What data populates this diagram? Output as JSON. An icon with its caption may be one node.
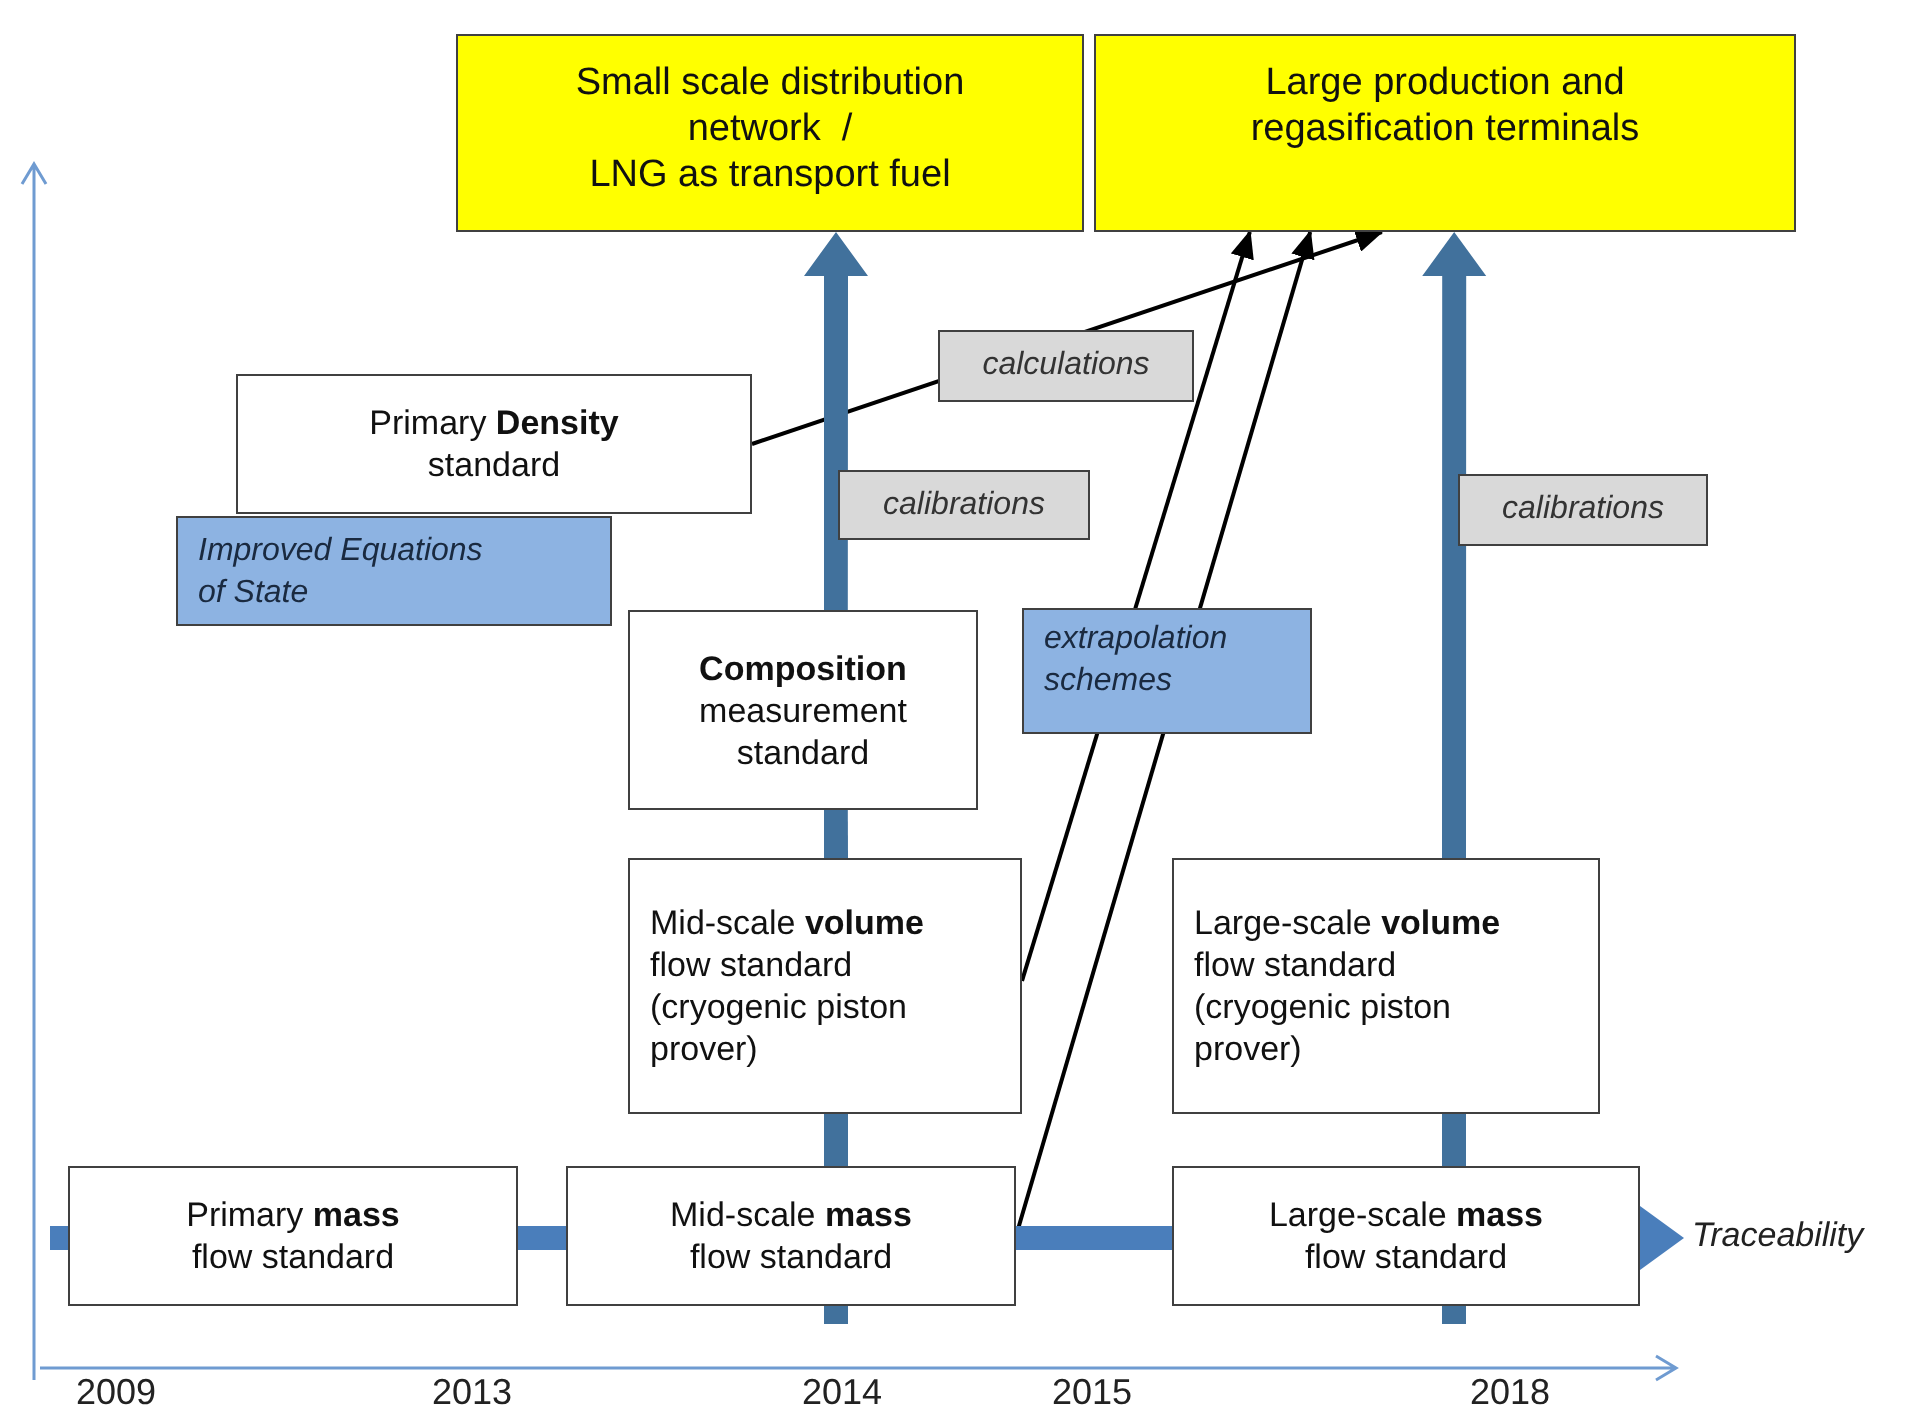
{
  "diagram": {
    "nodes": [
      {
        "text": [
          "Small scale distribution network  /",
          "LNG as transport fuel"
        ]
      },
      {
        "text": [
          "Large production and regasification terminals"
        ]
      },
      {
        "text": [
          "Primary **Density** standard"
        ]
      },
      {
        "text": [
          "Improved Equations of State"
        ]
      },
      {
        "text": [
          "**Composition** measurement standard"
        ]
      },
      {
        "text": [
          "Mid-scale **volume** flow standard (cryogenic piston prover)"
        ]
      },
      {
        "text": [
          "Large-scale **volume** flow standard (cryogenic piston prover)"
        ]
      },
      {
        "text": [
          "Primary **mass** flow standard"
        ]
      },
      {
        "text": [
          "Mid-scale **mass** flow standard"
        ]
      },
      {
        "text": [
          "Large-scale **mass** flow standard"
        ]
      }
    ],
    "edges": [
      {
        "from": 2,
        "to": 1,
        "arrow": "to",
        "color": "#000000",
        "label": "calculations"
      },
      {
        "from": 5,
        "to": 1,
        "arrow": "to",
        "color": "#000000",
        "label": "extrapolation schemes"
      },
      {
        "from": 8,
        "to": 1,
        "arrow": "to",
        "color": "#000000"
      },
      {
        "from": 8,
        "to": 5,
        "arrow": "none",
        "style": "thick",
        "color": "#41719c"
      },
      {
        "from": 5,
        "to": 4,
        "arrow": "none",
        "style": "thick",
        "color": "#41719c"
      },
      {
        "from": 4,
        "to": 0,
        "arrow": "to",
        "style": "thick",
        "color": "#41719c",
        "label": "calibrations"
      },
      {
        "from": 9,
        "to": 6,
        "arrow": "none",
        "style": "thick",
        "color": "#41719c"
      },
      {
        "from": 6,
        "to": 1,
        "arrow": "to",
        "style": "thick",
        "color": "#41719c",
        "label": "calibrations"
      },
      {
        "from": null,
        "to": 7,
        "arrow": "none",
        "style": "thick",
        "color": "#4a7ebb"
      },
      {
        "from": 7,
        "to": 8,
        "arrow": "none",
        "style": "thick",
        "color": "#4a7ebb"
      },
      {
        "from": 8,
        "to": 9,
        "arrow": "none",
        "style": "thick",
        "color": "#4a7ebb"
      },
      {
        "from": 9,
        "to": null,
        "arrow": "to",
        "style": "thick",
        "color": "#4a7ebb",
        "label": "Traceability"
      }
    ],
    "labels": [
      "2009",
      "2013",
      "2014",
      "2015",
      "2018"
    ]
  }
}
